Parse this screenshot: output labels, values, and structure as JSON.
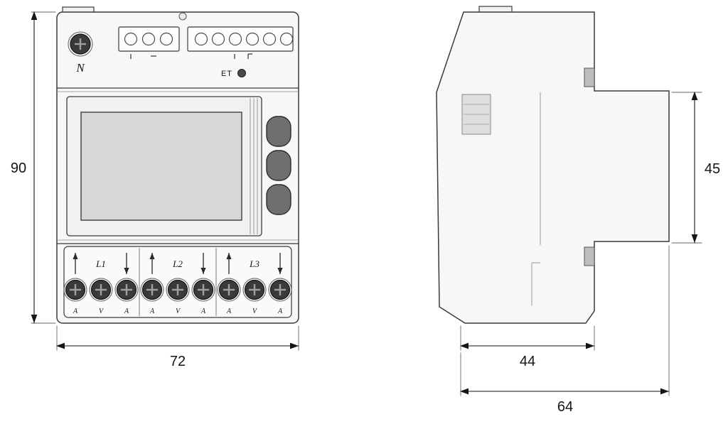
{
  "front_view": {
    "neutral_label": "N",
    "et_label": "ET",
    "phase_labels": [
      "L1",
      "L2",
      "L3"
    ],
    "terminal_letters": [
      "A",
      "V",
      "A",
      "A",
      "V",
      "A",
      "A",
      "V",
      "A"
    ],
    "height_mm": "90",
    "width_mm": "72"
  },
  "side_view": {
    "clip_height_mm": "45",
    "body_depth_mm": "44",
    "total_depth_mm": "64"
  },
  "colors": {
    "body_fill": "#f7f7f7",
    "outline": "#3a3a3a",
    "lcd_fill": "#d7d7d7",
    "button_fill": "#6f6f6f",
    "screw_fill": "#3a3a3a"
  }
}
